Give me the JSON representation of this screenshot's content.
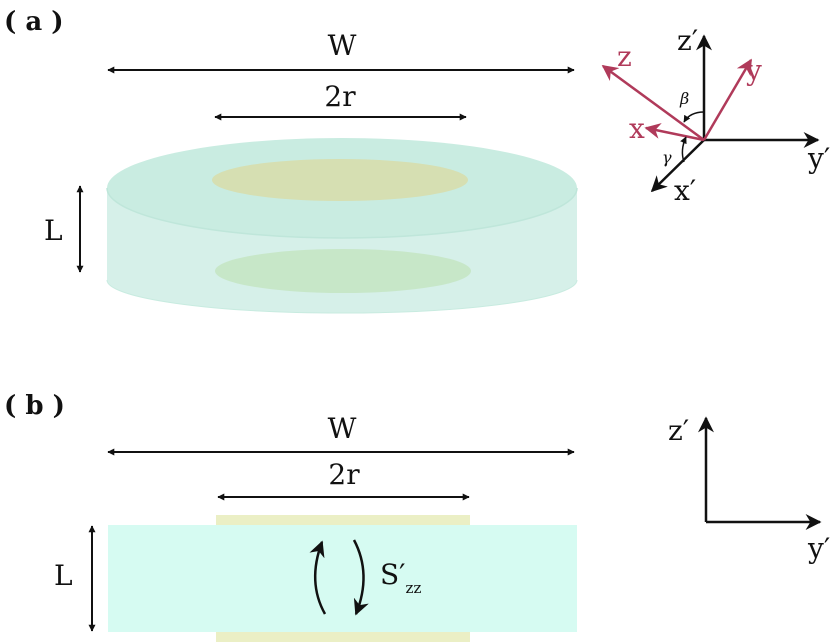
{
  "panel_a": {
    "label": "( a )",
    "width_label": "W",
    "diameter_label": "2r",
    "length_label": "L",
    "axes_original": {
      "z": "z′",
      "y": "y′",
      "x": "x′"
    },
    "axes_rotated": {
      "z": "z",
      "y": "y",
      "x": "x"
    },
    "angle_beta": "β",
    "angle_gamma": "γ"
  },
  "panel_b": {
    "label": "( b )",
    "width_label": "W",
    "diameter_label": "2r",
    "length_label": "L",
    "strain_symbol": "S′",
    "strain_subscript": "zz",
    "axes": {
      "z": "z′",
      "y": "y′"
    }
  },
  "colors": {
    "cylinder_fill": "#cdeee3",
    "electrode_fill": "#d8ddb0",
    "slab_fill": "#d6fbf2",
    "electrode_strip": "#ebefc5",
    "rotated_axis": "#b03a5a",
    "arrow": "#111111"
  }
}
